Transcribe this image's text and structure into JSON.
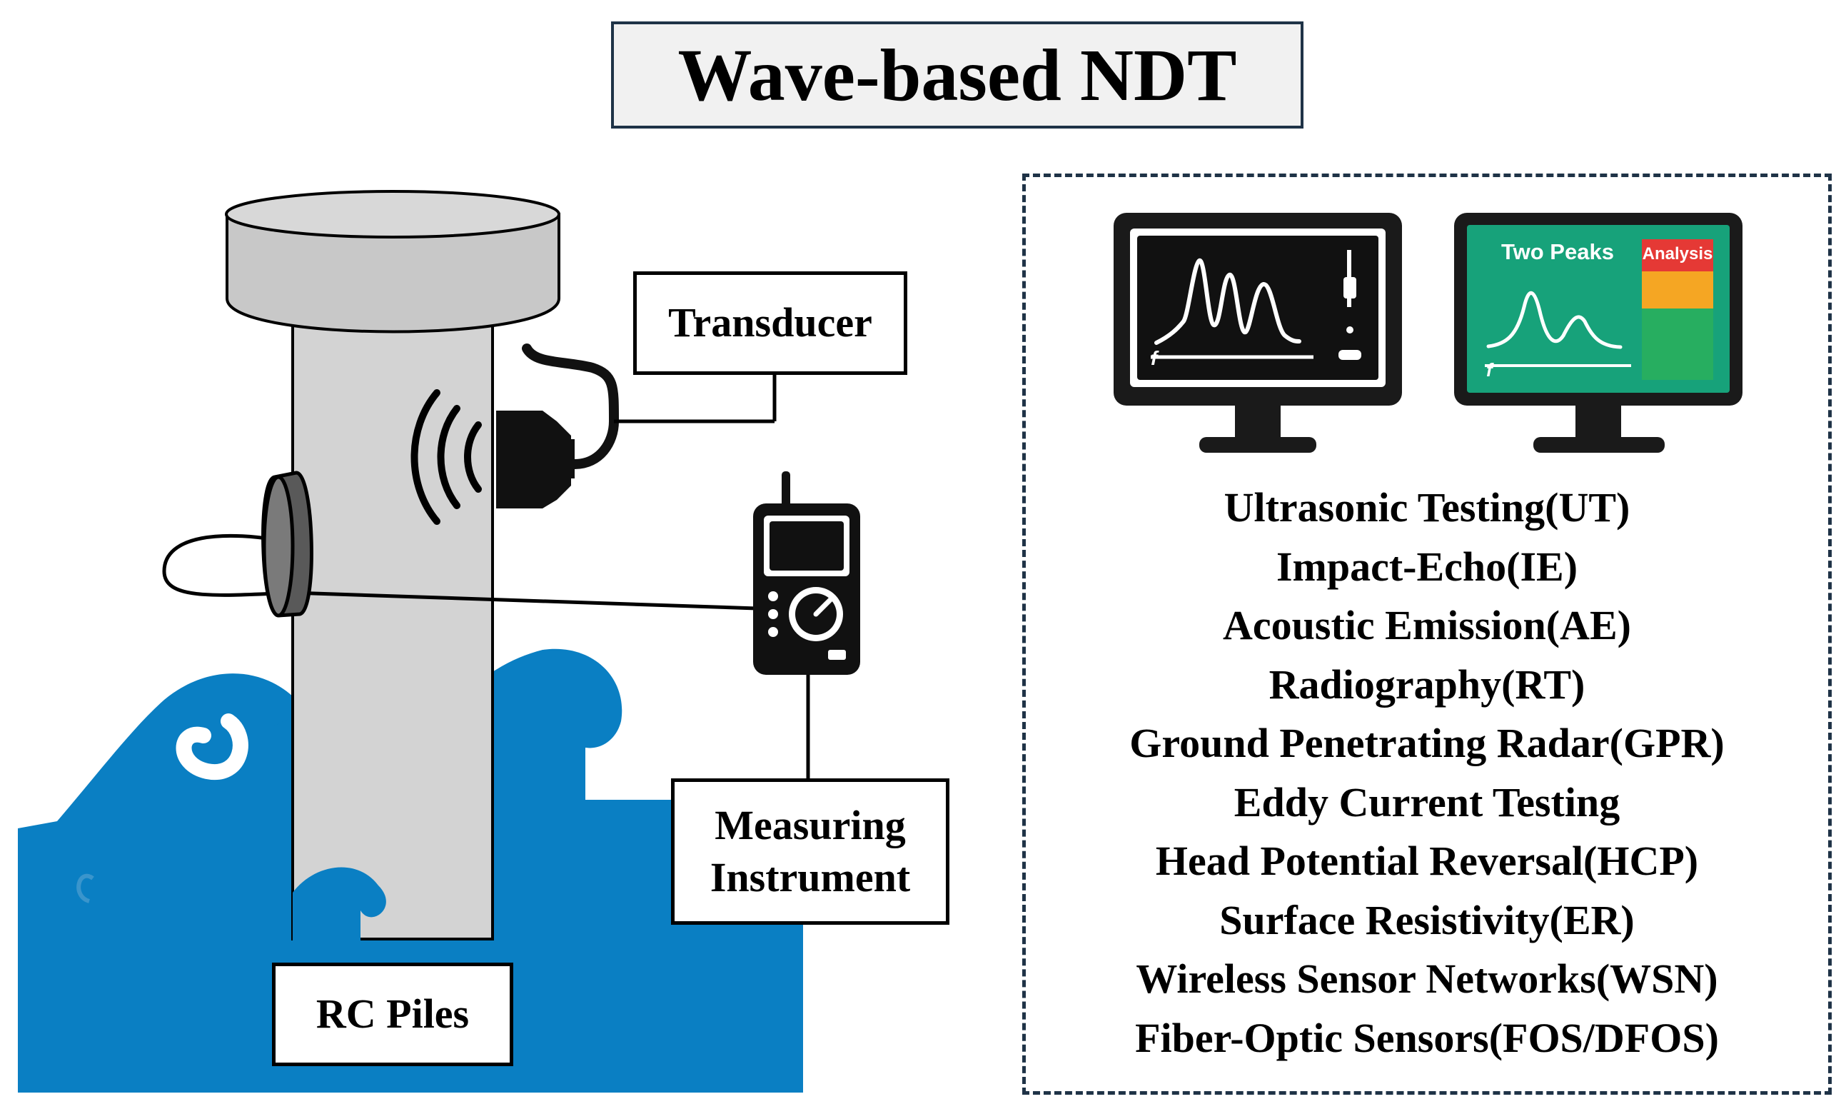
{
  "title": "Wave-based NDT",
  "labels": {
    "transducer": "Transducer",
    "measuring_line1": "Measuring",
    "measuring_line2": "Instrument",
    "rc_piles": "RC Piles"
  },
  "monitor_right": {
    "caption": "Two Peaks",
    "badge": "Analysis",
    "axis_symbol": "f"
  },
  "monitor_left": {
    "axis_symbol": "f"
  },
  "methods": [
    "Ultrasonic Testing(UT)",
    "Impact-Echo(IE)",
    "Acoustic Emission(AE)",
    "Radiography(RT)",
    "Ground Penetrating Radar(GPR)",
    "Eddy Current Testing",
    "Head Potential Reversal(HCP)",
    "Surface Resistivity(ER)",
    "Wireless Sensor Networks(WSN)",
    "Fiber-Optic Sensors(FOS/DFOS)"
  ],
  "colors": {
    "water": "#0a7fc3",
    "pile": "#d3d3d3",
    "monitor_bezel": "#1a1a1a",
    "screen_right": "#17a27a",
    "badge_red": "#e53935",
    "badge_orange": "#f5a623",
    "badge_green": "#27ae60"
  }
}
